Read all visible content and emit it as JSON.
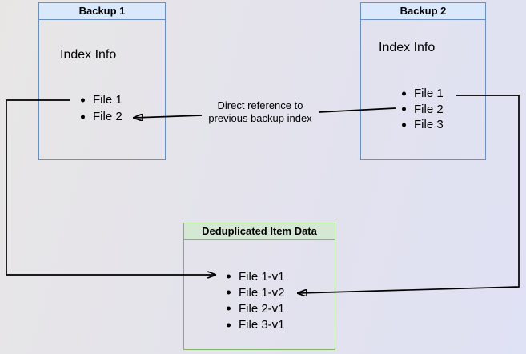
{
  "diagram": {
    "nodes": {
      "backup1": {
        "title": "Backup 1",
        "body_label": "Index Info",
        "items": [
          "File 1",
          "File 2"
        ]
      },
      "backup2": {
        "title": "Backup 2",
        "body_label": "Index Info",
        "items": [
          "File 1",
          "File 2",
          "File 3"
        ]
      },
      "dedup": {
        "title": "Deduplicated Item Data",
        "items": [
          "File 1-v1",
          "File 1-v2",
          "File 2-v1",
          "File 3-v1"
        ]
      }
    },
    "edge_label": {
      "line1": "Direct reference to",
      "line2": "previous backup index"
    },
    "colors": {
      "backup_header_fill": "#dae8fc",
      "backup_border": "#6c8ebf",
      "dedup_header_fill": "#d5e8d4",
      "dedup_border": "#82b366",
      "arrow": "#000000",
      "background_left": "#e8e6e5",
      "background_right": "#dfe1f4"
    }
  }
}
